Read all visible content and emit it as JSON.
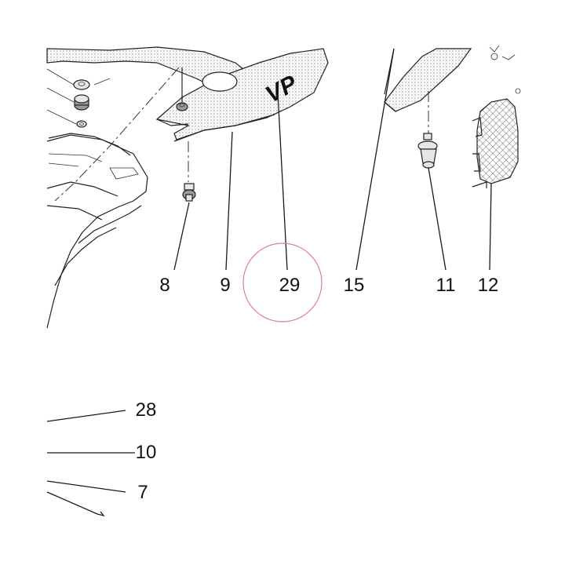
{
  "callouts": {
    "c8": "8",
    "c9": "9",
    "c29": "29",
    "c15": "15",
    "c11": "11",
    "c12": "12",
    "c28": "28",
    "c10": "10",
    "c7": "7"
  },
  "logo_text": "VP",
  "colors": {
    "highlight_circle": "#d9828c",
    "line": "#1a1a1a",
    "stipple": "#9a9a9a"
  }
}
